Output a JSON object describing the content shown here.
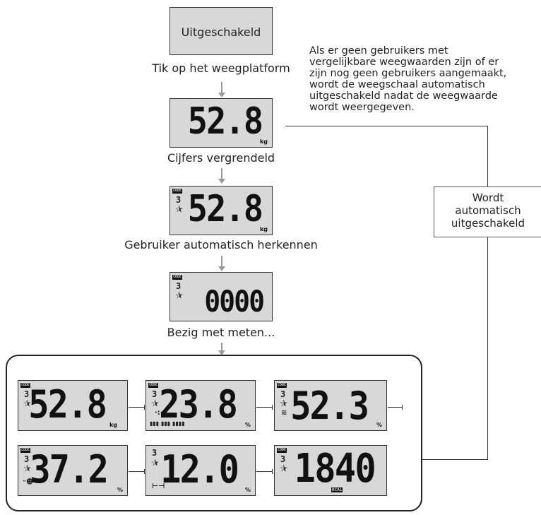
{
  "steps": {
    "off_label": "Uitgeschakeld",
    "tap_label": "Tik op het weegplatform",
    "locked_label": "Cijfers vergrendeld",
    "recognize_label": "Gebruiker automatisch herkennen",
    "measuring_label": "Bezig met meten..."
  },
  "note": {
    "lines": [
      "Als er geen gebruikers met",
      "vergelijkbare weegwaarden zijn of er",
      "zijn nog geen gebruikers aangemaakt,",
      "wordt de weegschaal automatisch",
      "uitgeschakeld nadat de weegwaarde",
      "wordt weergegeven."
    ]
  },
  "sidebox": {
    "lines": [
      "Wordt",
      "automatisch",
      "uitgeschakeld"
    ]
  },
  "displays": {
    "weight_locked": "52.8",
    "weight_user": "52.8",
    "measuring": "0000",
    "weight_unit": "kg",
    "user_number": "3",
    "code_tag": "CODE",
    "results": [
      {
        "value": "52.8",
        "unit": "kg"
      },
      {
        "value": "23.8",
        "unit": "%"
      },
      {
        "value": "52.3",
        "unit": "%"
      },
      {
        "value": "37.2",
        "unit": "%"
      },
      {
        "value": "12.0",
        "unit": "%"
      },
      {
        "value": "1840",
        "unit": "KCAL"
      }
    ]
  },
  "colors": {
    "lcd_bg": "#d8d8d8",
    "ink": "#111111",
    "arrow": "#999999"
  }
}
